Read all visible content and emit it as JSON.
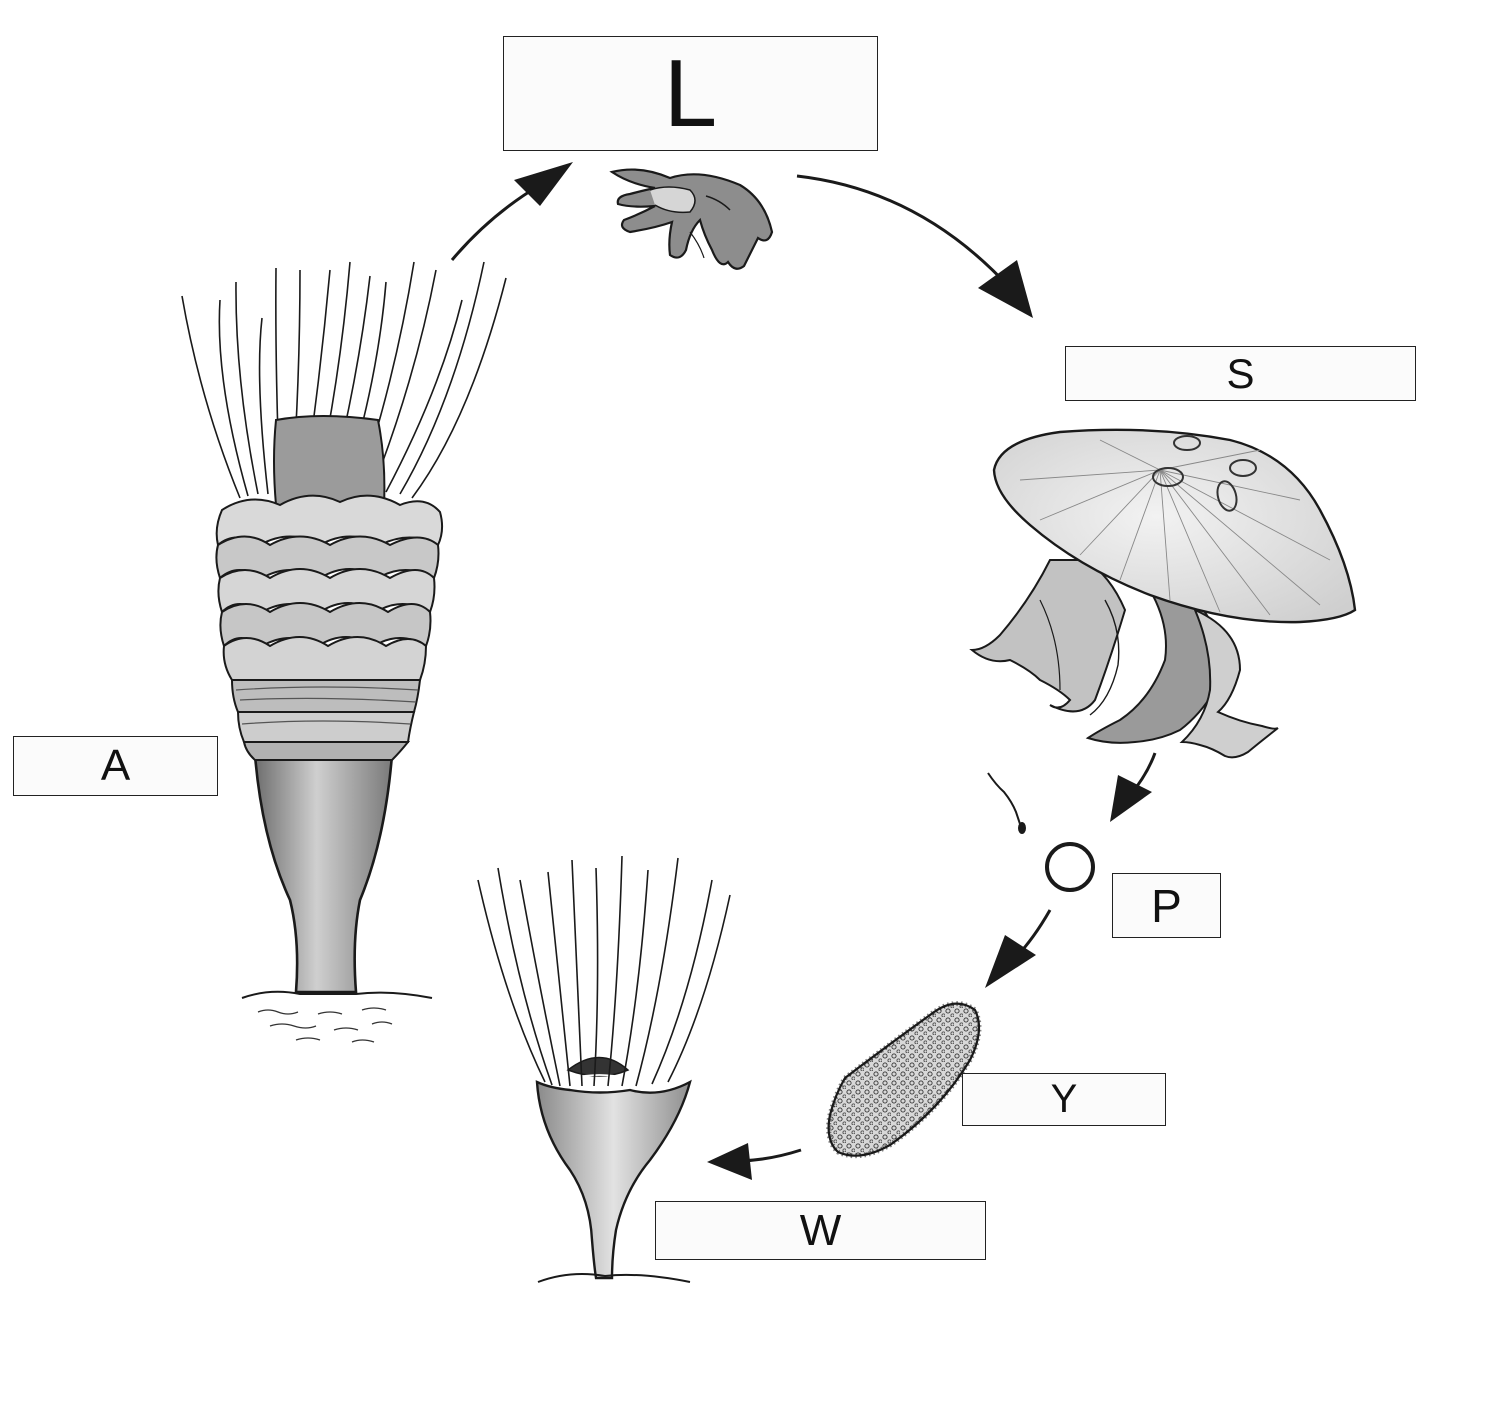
{
  "labels": {
    "L": "L",
    "S": "S",
    "A": "A",
    "P": "P",
    "Y": "Y",
    "W": "W"
  },
  "colors": {
    "ink": "#1a1a1a",
    "shade_dark": "#7a7a7a",
    "shade_mid": "#a8a8a8",
    "shade_light": "#d4d4d4",
    "paper": "#ffffff"
  }
}
